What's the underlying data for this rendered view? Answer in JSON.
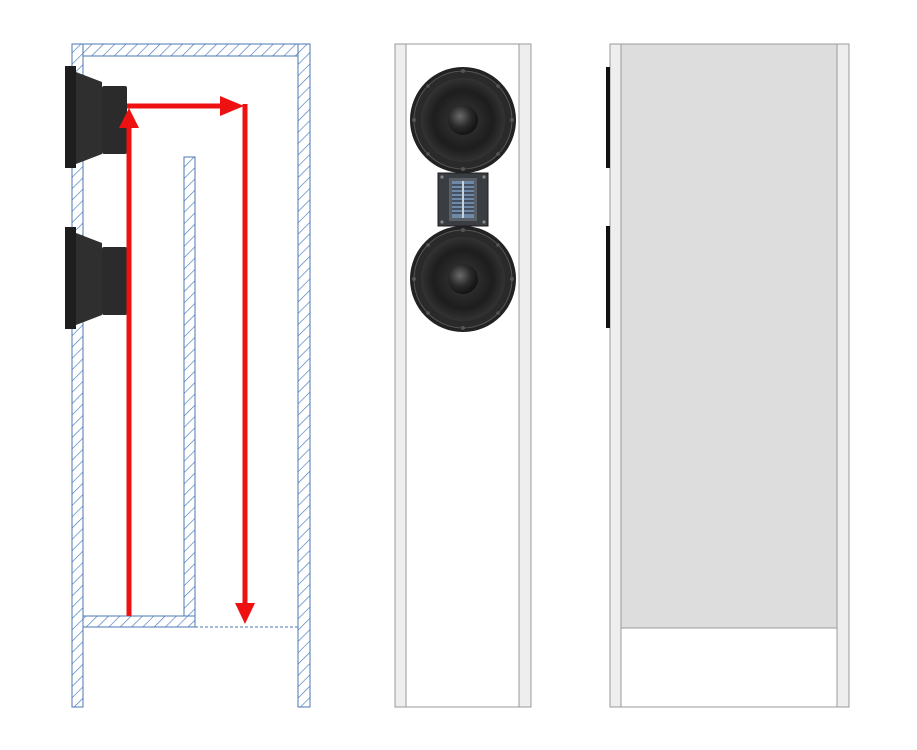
{
  "figure": {
    "views": [
      {
        "id": "section-view",
        "kind": "cross-section"
      },
      {
        "id": "front-view",
        "kind": "front elevation"
      },
      {
        "id": "side-view",
        "kind": "side elevation"
      }
    ],
    "drivers": {
      "woofers": 2,
      "tweeter_type": "ribbon / AMT"
    },
    "airflow_path": {
      "color": "#ee1111",
      "segments": 3,
      "description_visible": false
    },
    "colors": {
      "hatch": "#4a78b5",
      "panel_fill": "#eeeeee",
      "panel_stroke": "#9a9a9a",
      "side_panel_fill": "#dddddd",
      "driver_body": "#2a2a2a",
      "arrow": "#ee1111"
    }
  }
}
